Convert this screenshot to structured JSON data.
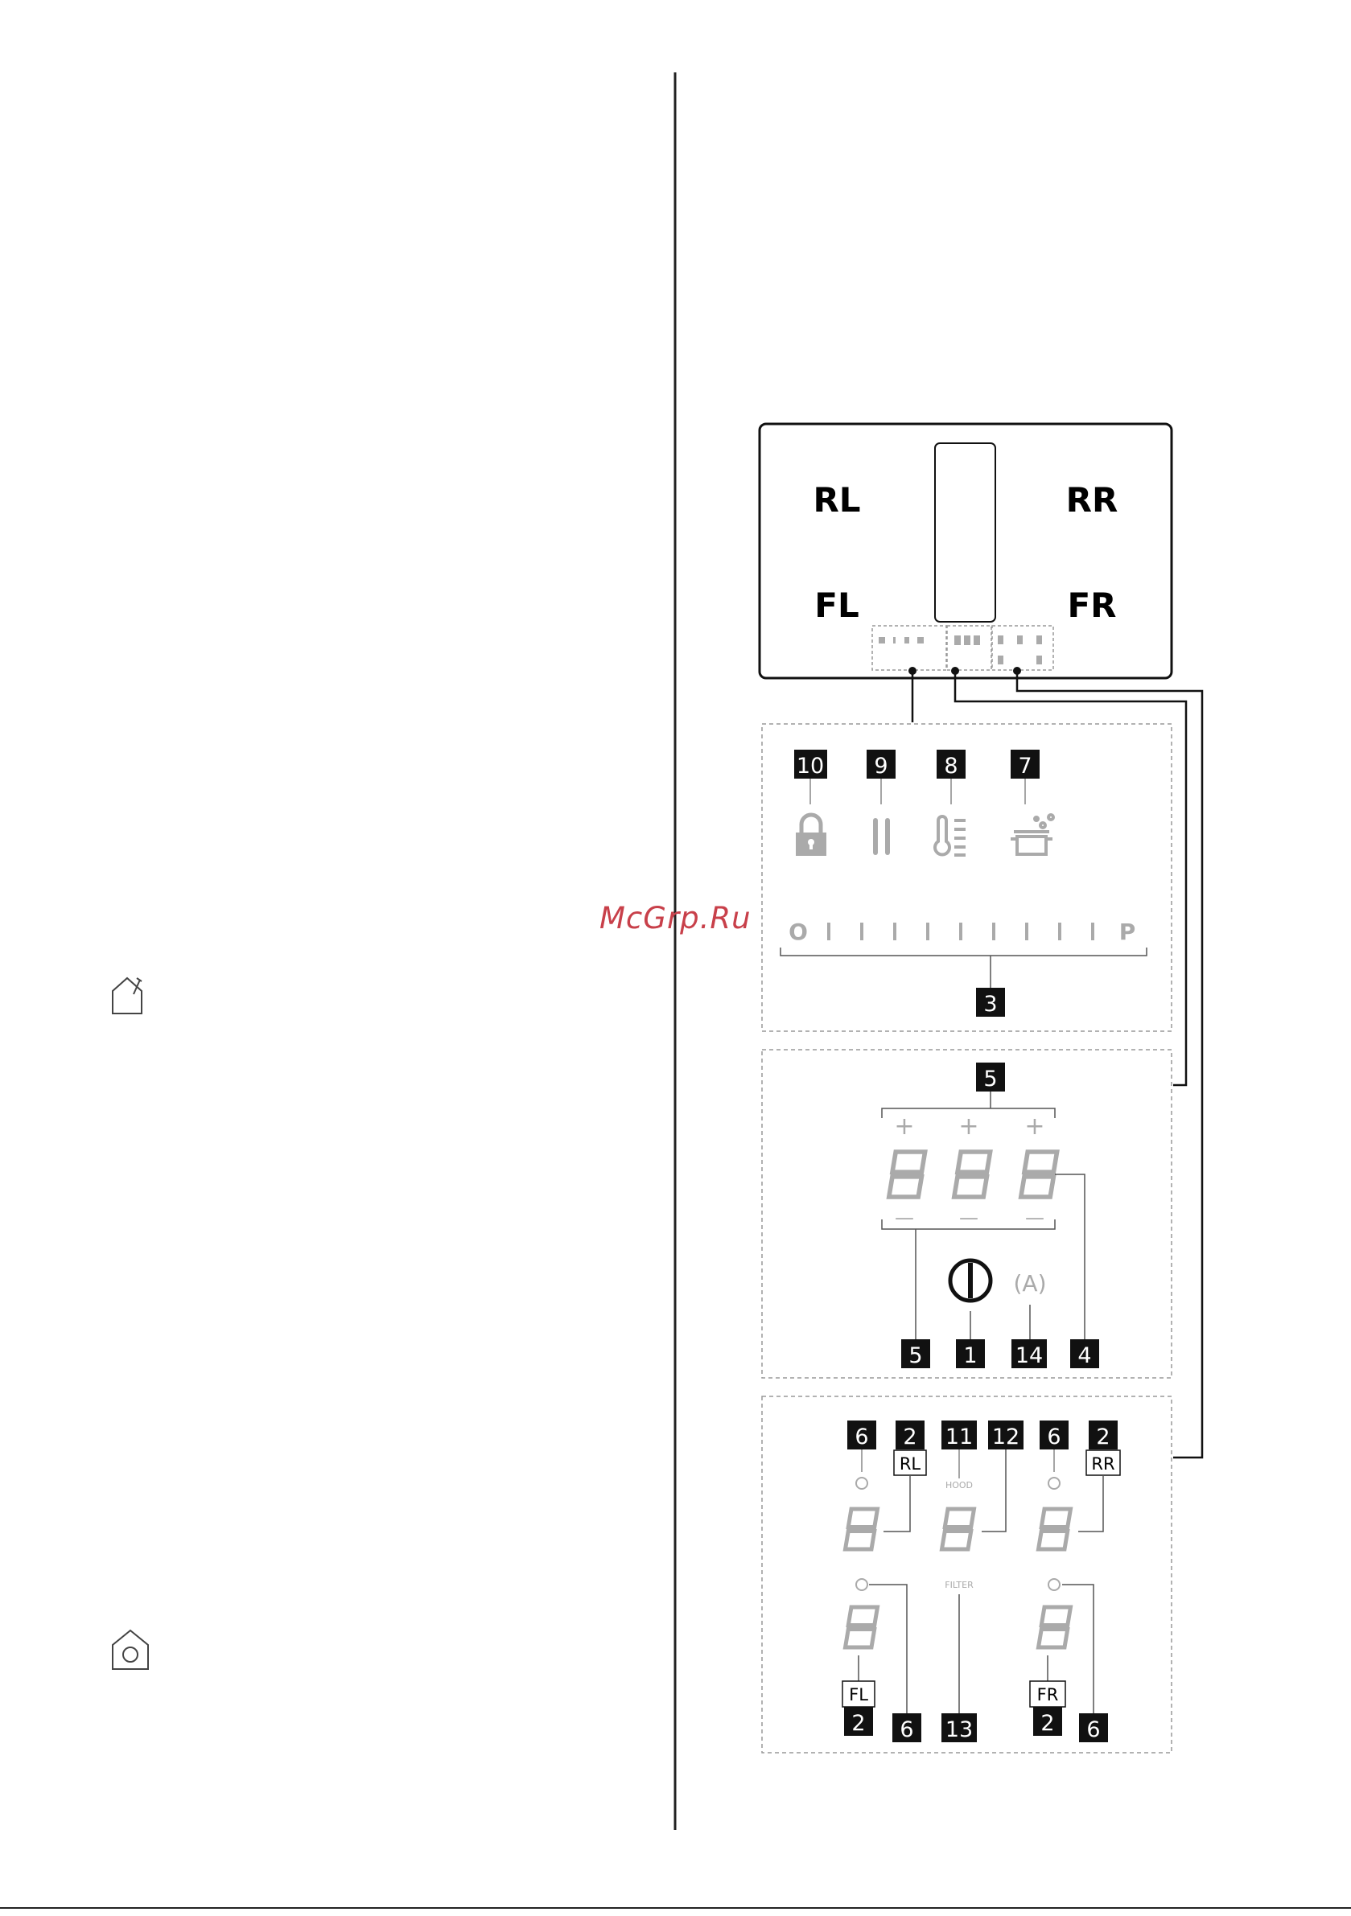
{
  "hob": {
    "zones": [
      "RL",
      "RR",
      "FL",
      "FR"
    ]
  },
  "panel_icons": {
    "callouts": [
      "10",
      "9",
      "8",
      "7"
    ],
    "slider_start": "O",
    "slider_end": "P",
    "slider_callout": "3"
  },
  "panel_timer": {
    "top_callout": "5",
    "plus": "+",
    "minus": "—",
    "digit": "8",
    "auto_icon": "(A)",
    "bottom_callouts": [
      "5",
      "1",
      "14",
      "4"
    ]
  },
  "panel_zones": {
    "top_callouts": [
      "6",
      "2",
      "11",
      "12",
      "6",
      "2"
    ],
    "rl_label": "RL",
    "rr_label": "RR",
    "hood_label": "HOOD",
    "filter_label": "FILTER",
    "fl_label": "FL",
    "fr_label": "FR",
    "bottom_callouts": [
      "2",
      "6",
      "13",
      "2",
      "6"
    ]
  },
  "watermark": "McGrp.Ru"
}
